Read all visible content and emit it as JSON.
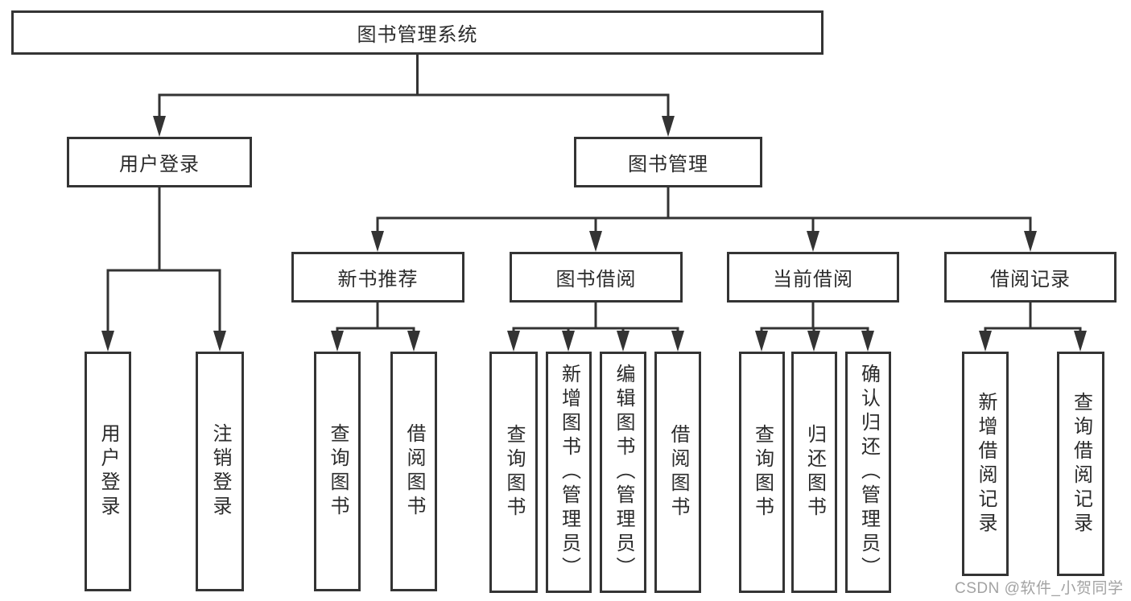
{
  "diagram": {
    "type": "hierarchy-diagram",
    "root_label": "图书管理系统",
    "branches": [
      {
        "label": "用户登录",
        "children": [
          "用户登录",
          "注销登录"
        ]
      },
      {
        "label": "图书管理",
        "groups": [
          {
            "label": "新书推荐",
            "children": [
              "查询图书",
              "借阅图书"
            ]
          },
          {
            "label": "图书借阅",
            "children": [
              "查询图书",
              "新增图书（管理员）",
              "编辑图书（管理员）",
              "借阅图书"
            ]
          },
          {
            "label": "当前借阅",
            "children": [
              "查询图书",
              "归还图书",
              "确认归还（管理员）"
            ]
          },
          {
            "label": "借阅记录",
            "children": [
              "新增借阅记录",
              "查询借阅记录"
            ]
          }
        ]
      }
    ],
    "watermark": "CSDN @软件_小贺同学",
    "colors": {
      "line": "#333333",
      "text": "#2b2b2b",
      "watermark_text": "#999999",
      "background": "#ffffff"
    }
  }
}
